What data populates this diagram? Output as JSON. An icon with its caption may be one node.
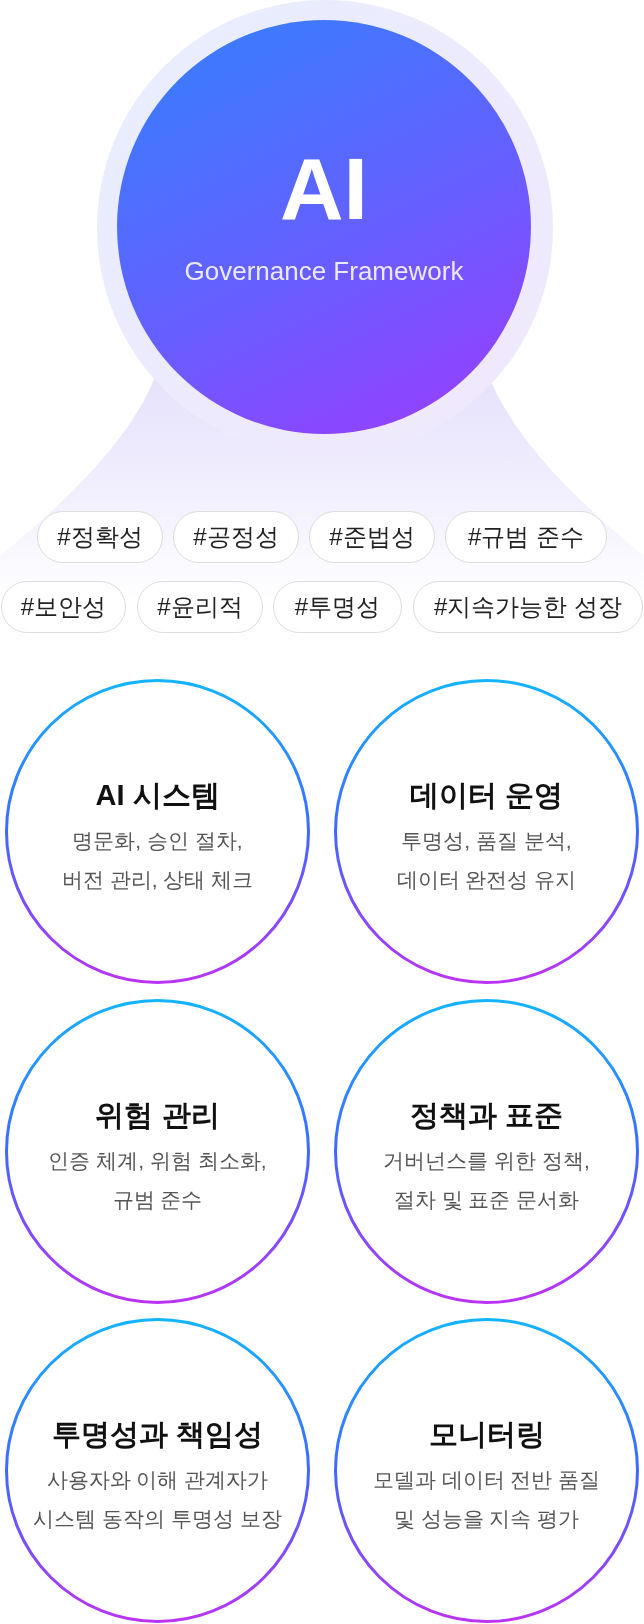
{
  "diagram": {
    "nodes": [
      {
        "text": [
          "AI",
          "Governance Framework"
        ]
      },
      {
        "text": [
          "#정확성"
        ]
      },
      {
        "text": [
          "#공정성"
        ]
      },
      {
        "text": [
          "#준법성"
        ]
      },
      {
        "text": [
          "#규범 준수"
        ]
      },
      {
        "text": [
          "#보안성"
        ]
      },
      {
        "text": [
          "#윤리적"
        ]
      },
      {
        "text": [
          "#투명성"
        ]
      },
      {
        "text": [
          "#지속가능한 성장"
        ]
      },
      {
        "text": [
          "AI 시스템",
          "명문화, 승인 절차, 버전 관리, 상태 체크"
        ]
      },
      {
        "text": [
          "데이터 운영",
          "투명성, 품질 분석, 데이터 완전성 유지"
        ]
      },
      {
        "text": [
          "위험 관리",
          "인증 체계, 위험 최소화, 규범 준수"
        ]
      },
      {
        "text": [
          "정책과 표준",
          "거버넌스를 위한 정책, 절차 및 표준 문서화"
        ]
      },
      {
        "text": [
          "투명성과 책임성",
          "사용자와 이해 관계자가 시스템 동작의 투명성 보장"
        ]
      },
      {
        "text": [
          "모니터링",
          "모델과 데이터 전반 품질 및 성능을 지속 평가"
        ]
      }
    ]
  }
}
